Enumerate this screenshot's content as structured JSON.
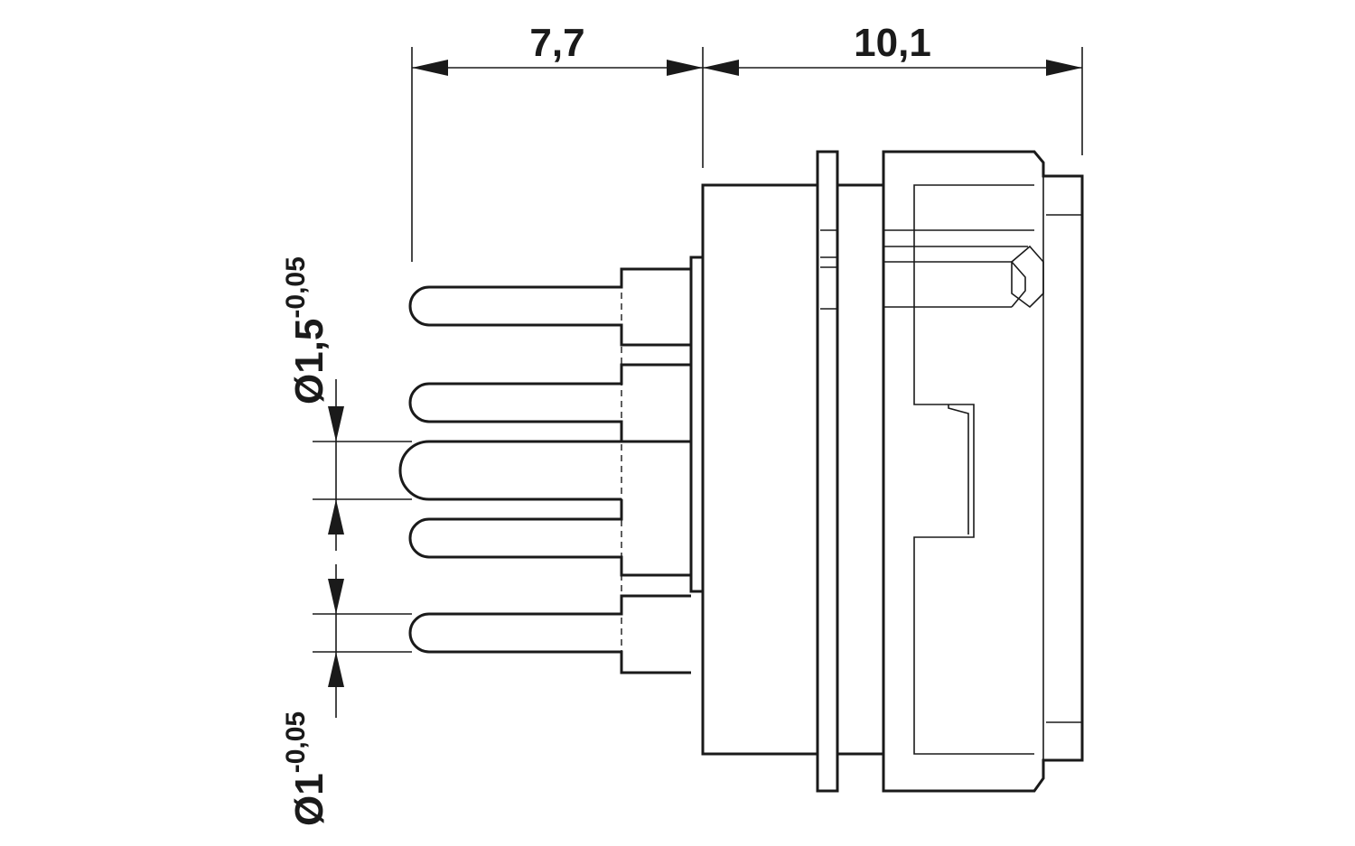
{
  "dimensions": {
    "top_left": "7,7",
    "top_right": "10,1",
    "pin_upper_diameter": {
      "base": "Ø1,5",
      "tolerance": "-0,05"
    },
    "pin_lower_diameter": {
      "base": "Ø1",
      "tolerance": "-0,05"
    }
  },
  "colors": {
    "line": "#1a1a1a",
    "background": "#ffffff"
  }
}
